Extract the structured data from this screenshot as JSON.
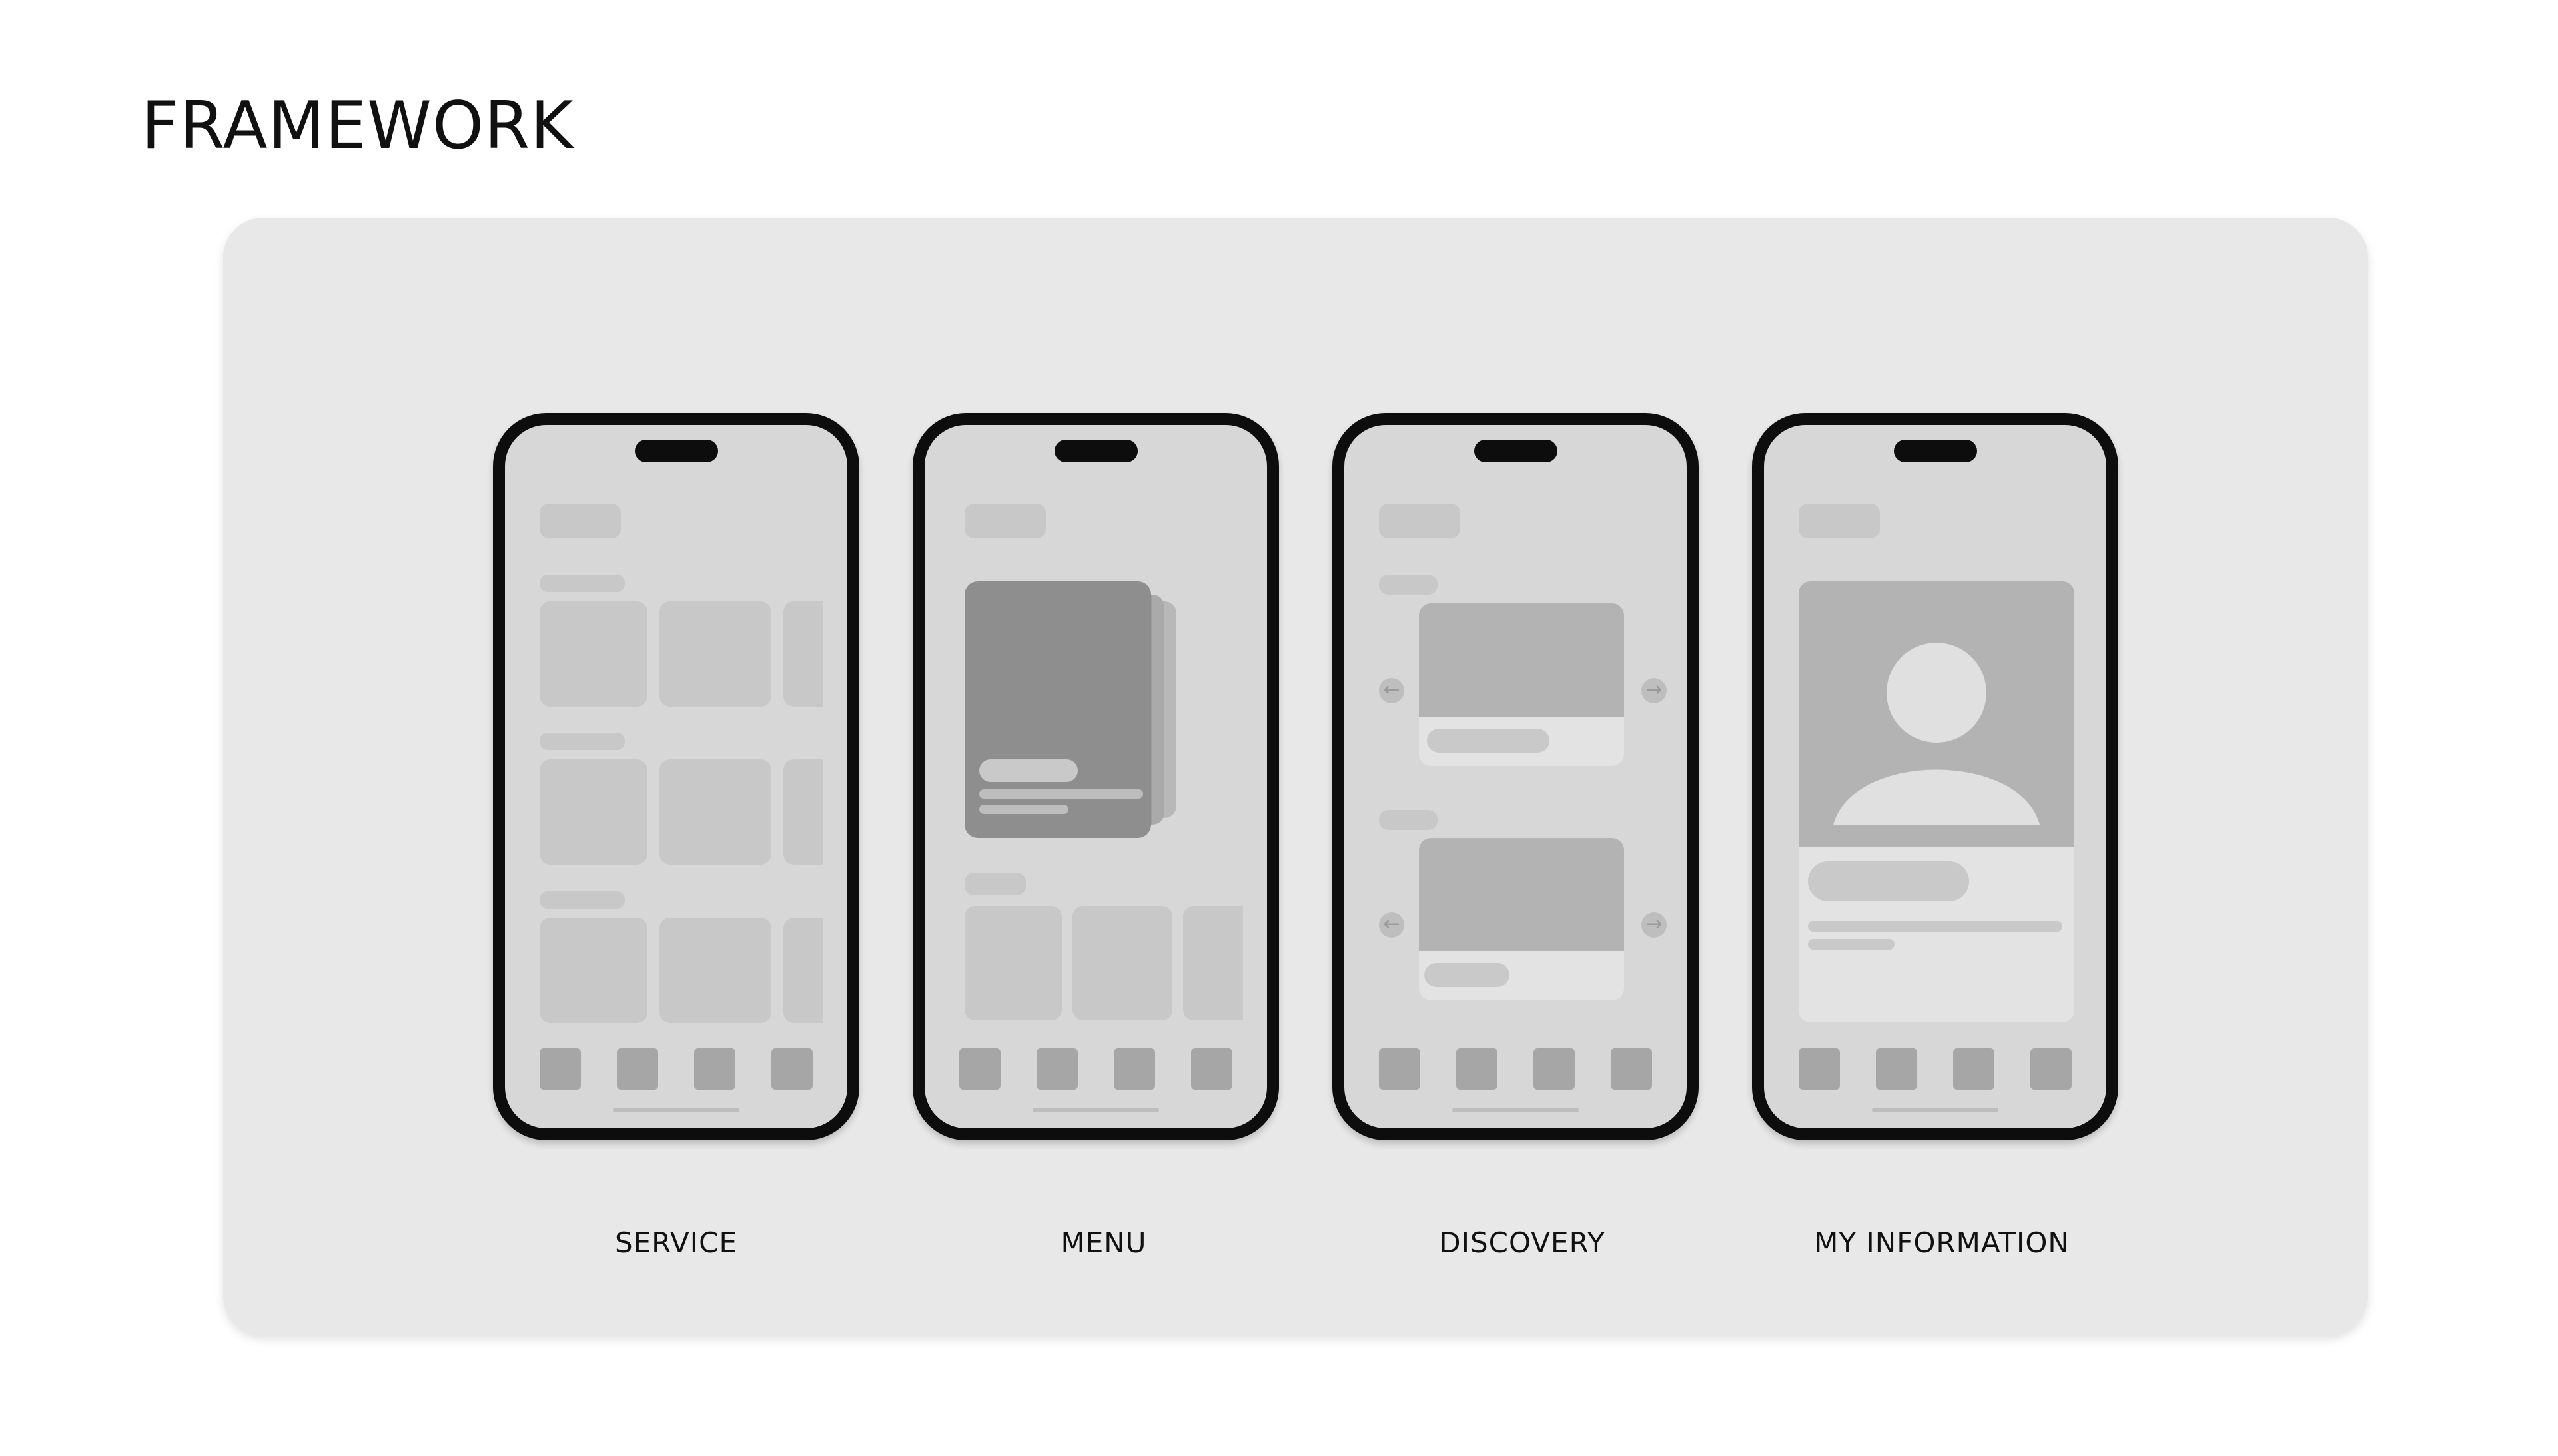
{
  "title": "FRAMEWORK",
  "screens": [
    {
      "label": "SERVICE"
    },
    {
      "label": "MENU"
    },
    {
      "label": "DISCOVERY"
    },
    {
      "label": "MY INFORMATION"
    }
  ],
  "colors": {
    "panel": "#e8e8e8",
    "phone_frame": "#0d0d0d",
    "screen": "#d7d7d7",
    "placeholder": "#c8c8c8",
    "tab_icon": "#a6a6a6"
  }
}
